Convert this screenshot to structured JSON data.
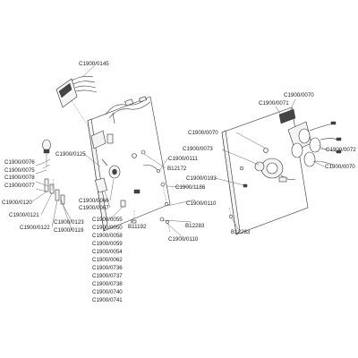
{
  "labels": {
    "c0145": "C1900/0145",
    "c0070_top": "C1900/0070",
    "c0071": "C1900/0071",
    "c0070_mid": "C1900/0070",
    "c0073": "C1900/0073",
    "c0072": "C1900/0072",
    "c0070_right": "C1900/0070",
    "c0125": "C1900/0125",
    "c0111": "C1900/0111",
    "b12172": "B12172",
    "c0193": "C1900/0193",
    "c1186": "C1900/1186",
    "c0110_a": "C1900/0110",
    "c0110_b": "C1900/0110",
    "b12283_a": "B12283",
    "b12283_b": "B12283",
    "b11192": "B11192",
    "c0076": "C1900/0076",
    "c0075": "C1900/0075",
    "c0078": "C1900/0078",
    "c0077": "C1900/0077",
    "c0120": "C1900/0120",
    "c0121": "C1900/0121",
    "c0122": "C1900/0122",
    "c0123": "C1900/0123",
    "c0119": "C1900/0119",
    "c0066": "C1900/0066",
    "c0067": "C1900/0067",
    "c0055": "C1900/0055",
    "c0050": "C1900/0050",
    "c0058": "C1900/0058",
    "c0059": "C1900/0059",
    "c0054": "C1900/0054",
    "c0062": "C1900/0062",
    "c0736": "C1900/0736",
    "c0737": "C1900/0737",
    "c0738": "C1900/0738",
    "c0740": "C1900/0740",
    "c0741": "C1900/0741"
  }
}
